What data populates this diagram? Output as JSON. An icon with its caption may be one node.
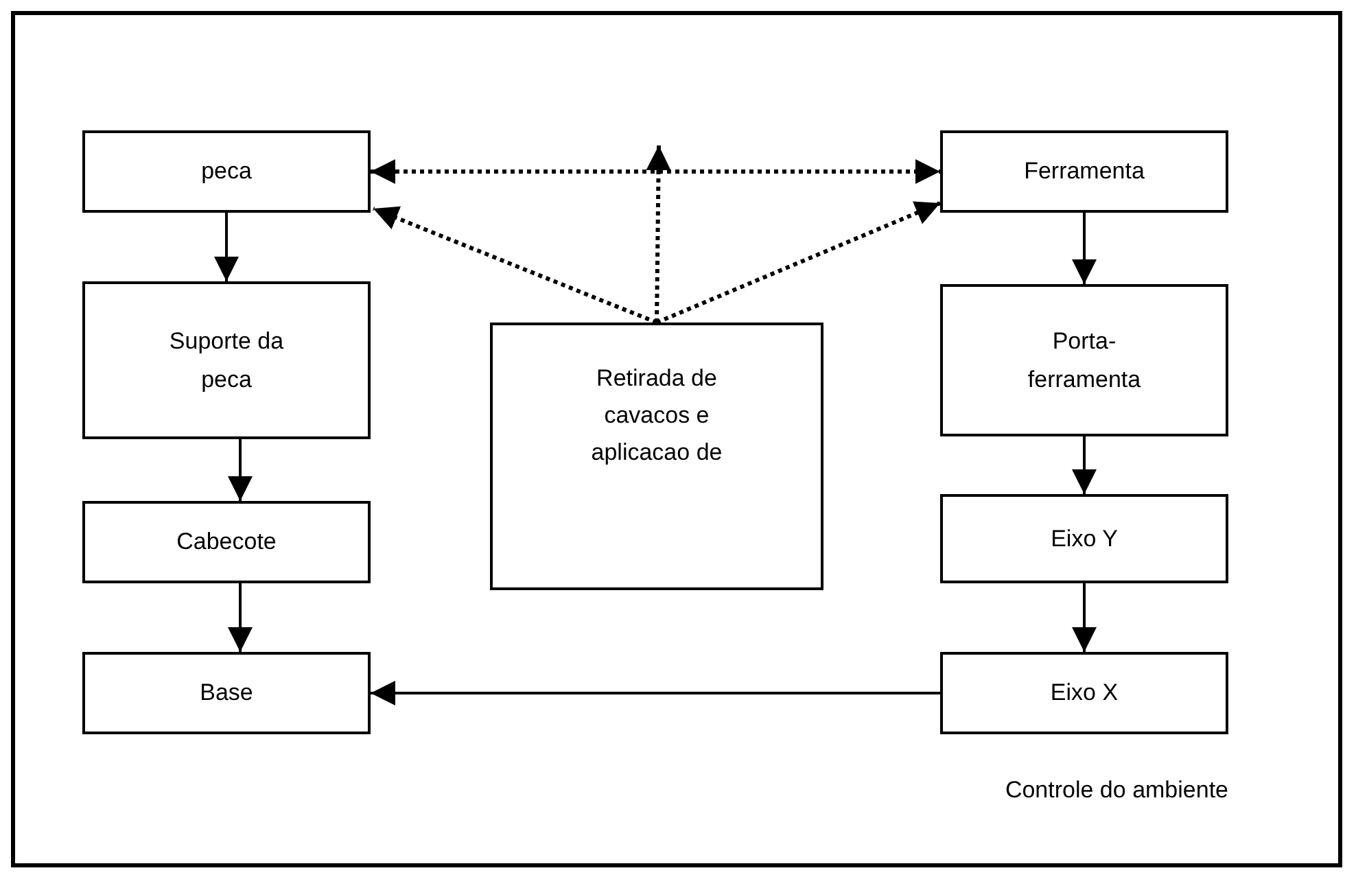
{
  "diagram": {
    "nodes": [
      {
        "text": [
          "Controle do ambiente"
        ]
      },
      {
        "text": [
          "peca"
        ],
        "in": 0
      },
      {
        "text": [
          "Ferramenta"
        ],
        "in": 0
      },
      {
        "text": [
          "Suporte da peca"
        ],
        "in": 0
      },
      {
        "text": [
          "Retirada de cavacos e aplicacao de"
        ],
        "in": 0
      },
      {
        "text": [
          "Porta-ferramenta"
        ],
        "in": 0
      },
      {
        "text": [
          "Cabecote"
        ],
        "in": 0
      },
      {
        "text": [
          "Eixo Y"
        ],
        "in": 0
      },
      {
        "text": [
          "Base"
        ],
        "in": 0
      },
      {
        "text": [
          "Eixo X"
        ],
        "in": 0
      }
    ],
    "edges": [
      {
        "from": 1,
        "to": 2,
        "arrow": "both",
        "style": "dashed"
      },
      {
        "from": 4,
        "to": 1,
        "arrow": "to",
        "style": "dashed"
      },
      {
        "from": 4,
        "to": null,
        "arrow": "to",
        "style": "dashed"
      },
      {
        "from": 4,
        "to": 2,
        "arrow": "to",
        "style": "dashed"
      },
      {
        "from": 1,
        "to": 3,
        "arrow": "to"
      },
      {
        "from": 3,
        "to": 6,
        "arrow": "to"
      },
      {
        "from": 6,
        "to": 8,
        "arrow": "to"
      },
      {
        "from": 2,
        "to": 5,
        "arrow": "to"
      },
      {
        "from": 5,
        "to": 7,
        "arrow": "to"
      },
      {
        "from": 7,
        "to": 9,
        "arrow": "to"
      },
      {
        "from": 9,
        "to": 8,
        "arrow": "to"
      }
    ]
  }
}
